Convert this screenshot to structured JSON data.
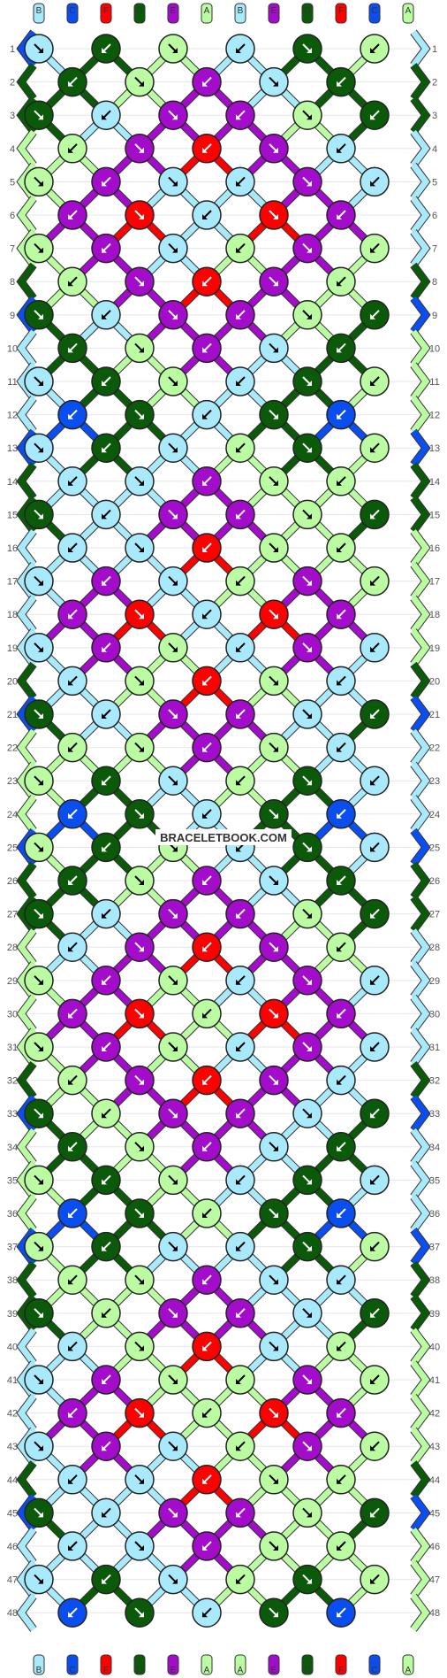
{
  "watermark": "BRACELETBOOK.COM",
  "colors": {
    "A": "#bbfca3",
    "B": "#a9e9fc",
    "C": "#0b4ef0",
    "D": "#0a5a0a",
    "E": "#a20cca",
    "F": "#ff0000"
  },
  "threads_top": [
    "B",
    "C",
    "F",
    "D",
    "E",
    "A",
    "B",
    "E",
    "D",
    "F",
    "C",
    "A"
  ],
  "threads_bottom": [
    "B",
    "C",
    "F",
    "D",
    "E",
    "A",
    "A",
    "E",
    "D",
    "F",
    "C",
    "A"
  ],
  "rows": [
    "1",
    "2",
    "3",
    "4",
    "5",
    "6",
    "7",
    "8",
    "9",
    "10",
    "11",
    "12",
    "13",
    "14",
    "15",
    "16",
    "17",
    "18",
    "19",
    "20",
    "21",
    "22",
    "23",
    "24",
    "25",
    "26",
    "27",
    "28",
    "29",
    "30",
    "31",
    "32",
    "33",
    "34",
    "35",
    "36",
    "37",
    "38",
    "39",
    "40",
    "41",
    "42",
    "43",
    "44",
    "45",
    "46",
    "47",
    "48"
  ],
  "knots": [
    [
      "B",
      "D",
      "A",
      "B",
      "D",
      "A"
    ],
    [
      "D",
      "A",
      "E",
      "B",
      "D"
    ],
    [
      "D",
      "B",
      "E",
      "E",
      "A",
      "D"
    ],
    [
      "A",
      "E",
      "F",
      "E",
      "B"
    ],
    [
      "A",
      "E",
      "B",
      "B",
      "E",
      "B"
    ],
    [
      "E",
      "F",
      "B",
      "F",
      "E"
    ],
    [
      "A",
      "E",
      "B",
      "A",
      "E",
      "A"
    ],
    [
      "A",
      "E",
      "F",
      "E",
      "A"
    ],
    [
      "D",
      "B",
      "E",
      "E",
      "A",
      "D"
    ],
    [
      "D",
      "A",
      "E",
      "B",
      "D"
    ],
    [
      "B",
      "D",
      "A",
      "B",
      "D",
      "A"
    ],
    [
      "C",
      "D",
      "B",
      "D",
      "C"
    ],
    [
      "B",
      "D",
      "B",
      "A",
      "D",
      "A"
    ],
    [
      "B",
      "B",
      "E",
      "A",
      "A"
    ],
    [
      "D",
      "B",
      "E",
      "E",
      "A",
      "D"
    ],
    [
      "B",
      "B",
      "F",
      "A",
      "A"
    ],
    [
      "B",
      "E",
      "B",
      "A",
      "E",
      "A"
    ],
    [
      "E",
      "F",
      "B",
      "F",
      "E"
    ],
    [
      "B",
      "E",
      "A",
      "B",
      "E",
      "B"
    ],
    [
      "B",
      "A",
      "F",
      "A",
      "B"
    ],
    [
      "D",
      "B",
      "E",
      "E",
      "B",
      "D"
    ],
    [
      "A",
      "A",
      "E",
      "A",
      "B"
    ],
    [
      "A",
      "D",
      "B",
      "A",
      "D",
      "B"
    ],
    [
      "C",
      "D",
      "B",
      "D",
      "C"
    ],
    [
      "A",
      "D",
      "A",
      "B",
      "D",
      "B"
    ],
    [
      "D",
      "A",
      "E",
      "B",
      "D"
    ],
    [
      "D",
      "B",
      "E",
      "E",
      "A",
      "D"
    ],
    [
      "B",
      "E",
      "F",
      "E",
      "A"
    ],
    [
      "A",
      "E",
      "A",
      "B",
      "E",
      "B"
    ],
    [
      "E",
      "F",
      "A",
      "F",
      "E"
    ],
    [
      "A",
      "E",
      "A",
      "B",
      "E",
      "B"
    ],
    [
      "A",
      "E",
      "F",
      "E",
      "B"
    ],
    [
      "D",
      "A",
      "E",
      "E",
      "B",
      "D"
    ],
    [
      "D",
      "A",
      "E",
      "B",
      "D"
    ],
    [
      "A",
      "D",
      "A",
      "B",
      "D",
      "B"
    ],
    [
      "C",
      "D",
      "A",
      "D",
      "C"
    ],
    [
      "A",
      "D",
      "B",
      "B",
      "D",
      "A"
    ],
    [
      "A",
      "A",
      "E",
      "B",
      "B"
    ],
    [
      "D",
      "A",
      "E",
      "E",
      "B",
      "D"
    ],
    [
      "B",
      "A",
      "F",
      "B",
      "A"
    ],
    [
      "B",
      "E",
      "A",
      "A",
      "E",
      "A"
    ],
    [
      "E",
      "F",
      "A",
      "F",
      "E"
    ],
    [
      "B",
      "E",
      "B",
      "A",
      "E",
      "A"
    ],
    [
      "B",
      "B",
      "F",
      "A",
      "A"
    ],
    [
      "D",
      "B",
      "E",
      "E",
      "A",
      "D"
    ],
    [
      "B",
      "B",
      "E",
      "A",
      "A"
    ],
    [
      "B",
      "D",
      "B",
      "A",
      "D",
      "A"
    ],
    [
      "C",
      "D",
      "B",
      "D",
      "C"
    ]
  ],
  "edge_left": [
    "C",
    "D",
    "D",
    "A",
    "A",
    "A",
    "A",
    "D",
    "C",
    "B",
    "B",
    "B",
    "C",
    "D",
    "D",
    "B",
    "B",
    "B",
    "B",
    "D",
    "C",
    "A",
    "A",
    "A",
    "C",
    "D",
    "D",
    "A",
    "A",
    "A",
    "A",
    "D",
    "C",
    "A",
    "A",
    "A",
    "C",
    "D",
    "D",
    "B",
    "B",
    "B",
    "B",
    "D",
    "C",
    "B",
    "B",
    "B"
  ],
  "edge_right": [
    "B",
    "D",
    "D",
    "B",
    "B",
    "B",
    "B",
    "D",
    "C",
    "A",
    "A",
    "A",
    "C",
    "D",
    "D",
    "A",
    "A",
    "A",
    "A",
    "D",
    "C",
    "B",
    "B",
    "B",
    "C",
    "D",
    "D",
    "B",
    "B",
    "B",
    "B",
    "D",
    "C",
    "B",
    "B",
    "B",
    "C",
    "D",
    "D",
    "A",
    "A",
    "A",
    "A",
    "D",
    "C",
    "A",
    "A",
    "A"
  ]
}
